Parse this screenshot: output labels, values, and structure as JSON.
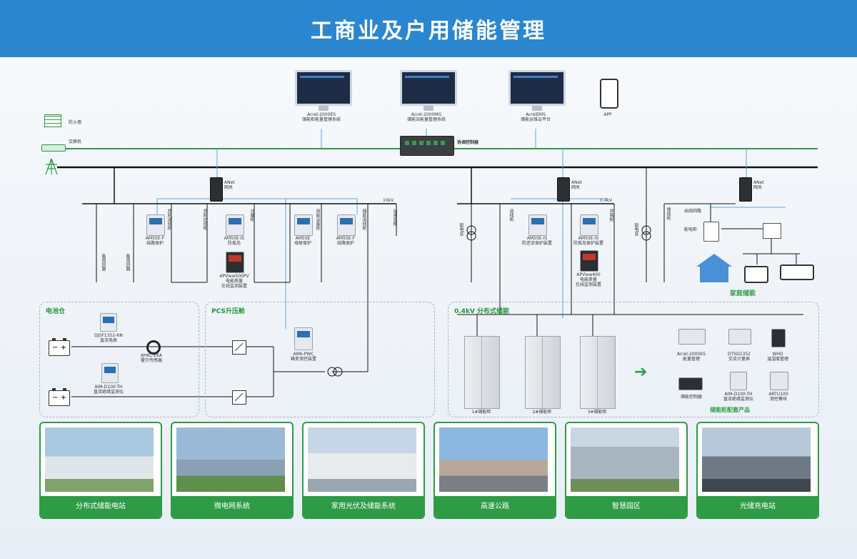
{
  "title": "工商业及户用储能管理",
  "platforms": [
    {
      "name": "Acrel-2000ES",
      "sub": "储能柜能量管理系统"
    },
    {
      "name": "Acrel-2000MG",
      "sub": "储能站能量管理系统"
    },
    {
      "name": "AcrelEMS",
      "sub": "储能运维云平台"
    },
    {
      "name": "APP",
      "sub": ""
    }
  ],
  "network": {
    "firewall": "防火墙",
    "switch": "交换机",
    "coordinator": "协调控制器",
    "gateway_name": "ANet",
    "gateway_sub": "网关",
    "bus_10kv": "10kV",
    "bus_04kv": "0.4kV"
  },
  "hv_feeders": {
    "spare1": "备用回路",
    "spare2": "备用回路",
    "grid_in": "并网进线柜",
    "grid_out": "并网出线柜",
    "metering": "计量柜",
    "bus_tie": "母联设备柜",
    "storage_in": "储能进线柜",
    "station_tx": "站用变柜"
  },
  "hv_devices": [
    {
      "name": "AM5SE-F",
      "sub": "线路保护"
    },
    {
      "name": "AM5SE-IS",
      "sub": "防孤岛"
    },
    {
      "name": "AM5SE",
      "sub": "母联保护"
    },
    {
      "name": "AM5SE-F",
      "sub": "线路保护"
    }
  ],
  "pq1": {
    "name": "APView500PV",
    "sub1": "电能质量",
    "sub2": "在线监测装置"
  },
  "lv_feeders": {
    "tx1": "配电变",
    "incoming": "进线柜",
    "tx2": "配电变",
    "grid_in": "并网柜",
    "outgoing": "馈线柜",
    "out_line": "出线回路",
    "dist_cab": "配电柜"
  },
  "lv_devices": [
    {
      "name": "AM5SE-IS",
      "sub": "防逆流保护装置"
    },
    {
      "name": "AM5SE-IS",
      "sub": "防孤岛保护装置"
    }
  ],
  "pq2": {
    "name": "APView400",
    "sub1": "电能质量",
    "sub2": "在线监测装置"
  },
  "home_storage": "家庭储能",
  "battery_room": {
    "title": "电池仓",
    "meter_name": "DJSF1352-RN",
    "meter_sub": "直流电表",
    "hall_name": "AHKC-EKA",
    "hall_sub": "霍尔传感器",
    "aim_name": "AIM-D100-TH",
    "aim_sub": "直流绝缘监测仪"
  },
  "pcs_room": {
    "title": "PCS升压舱",
    "am6_name": "AM6-PWC",
    "am6_sub": "箱变测控装置"
  },
  "distributed": {
    "title": "0.4kV 分布式储能",
    "cabinets": [
      "1#储能柜",
      "2#储能柜",
      "3#储能柜"
    ],
    "products": [
      {
        "name": "Acrel-2000ES",
        "sub": "能量管理"
      },
      {
        "name": "DTSD1352",
        "sub": "交流计量表"
      },
      {
        "name": "WHD",
        "sub": "温湿度管理"
      },
      {
        "name": "储能控制器",
        "sub": ""
      },
      {
        "name": "AIM-D100-TH",
        "sub": "直流绝缘监测仪"
      },
      {
        "name": "ARTU100",
        "sub": "测控模块"
      }
    ],
    "products_title": "储能柜配套产品"
  },
  "applications": [
    "分布式储能电站",
    "微电网系统",
    "家用光伏及储能系统",
    "高速公路",
    "智慧园区",
    "光储充电站"
  ],
  "colors": {
    "banner": "#2a86cf",
    "green": "#2e9b46",
    "comm": "#5aa9d6"
  }
}
